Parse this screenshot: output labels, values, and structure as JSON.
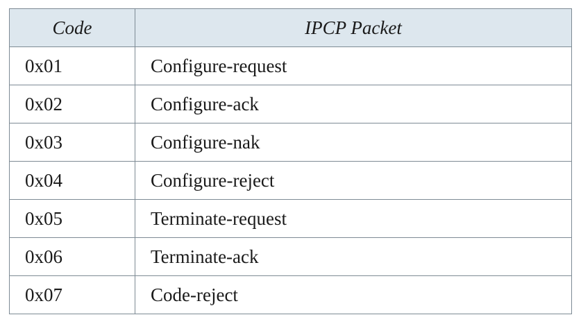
{
  "table": {
    "headers": [
      "Code",
      "IPCP Packet"
    ],
    "rows": [
      [
        "0x01",
        "Configure-request"
      ],
      [
        "0x02",
        "Configure-ack"
      ],
      [
        "0x03",
        "Configure-nak"
      ],
      [
        "0x04",
        "Configure-reject"
      ],
      [
        "0x05",
        "Terminate-request"
      ],
      [
        "0x06",
        "Terminate-ack"
      ],
      [
        "0x07",
        "Code-reject"
      ]
    ]
  }
}
